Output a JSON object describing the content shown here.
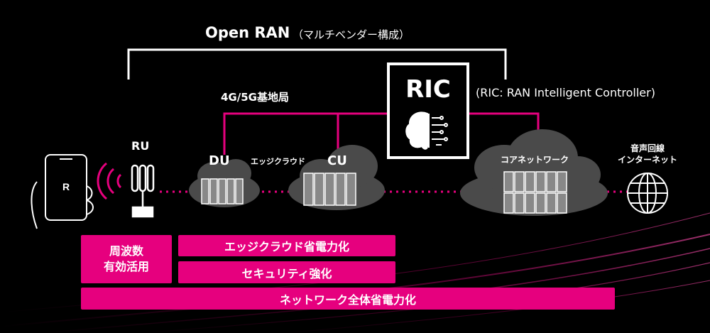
{
  "title": {
    "main": "Open RAN",
    "sub": "（マルチベンダー構成）"
  },
  "ric": {
    "label": "RIC",
    "description": "(RIC: RAN Intelligent Controller)"
  },
  "base_station_label": "4G/5G基地局",
  "nodes": {
    "ru": "RU",
    "du": "DU",
    "edge_cloud": "エッジクラウド",
    "cu": "CU",
    "core_network": "コアネットワーク",
    "internet": [
      "音声回線",
      "インターネット"
    ]
  },
  "bars": {
    "frequency": [
      "周波数",
      "有効活用"
    ],
    "edge_power": "エッジクラウド省電力化",
    "security": "セキュリティ強化",
    "network_power": "ネットワーク全体省電力化"
  },
  "colors": {
    "accent": "#e6007e",
    "background": "#000000",
    "cloud": "#4a4a4a"
  },
  "icons": [
    "smartphone-hand-icon",
    "signal-waves-icon",
    "antenna-icon",
    "server-rack-icon",
    "brain-icon",
    "globe-icon"
  ]
}
